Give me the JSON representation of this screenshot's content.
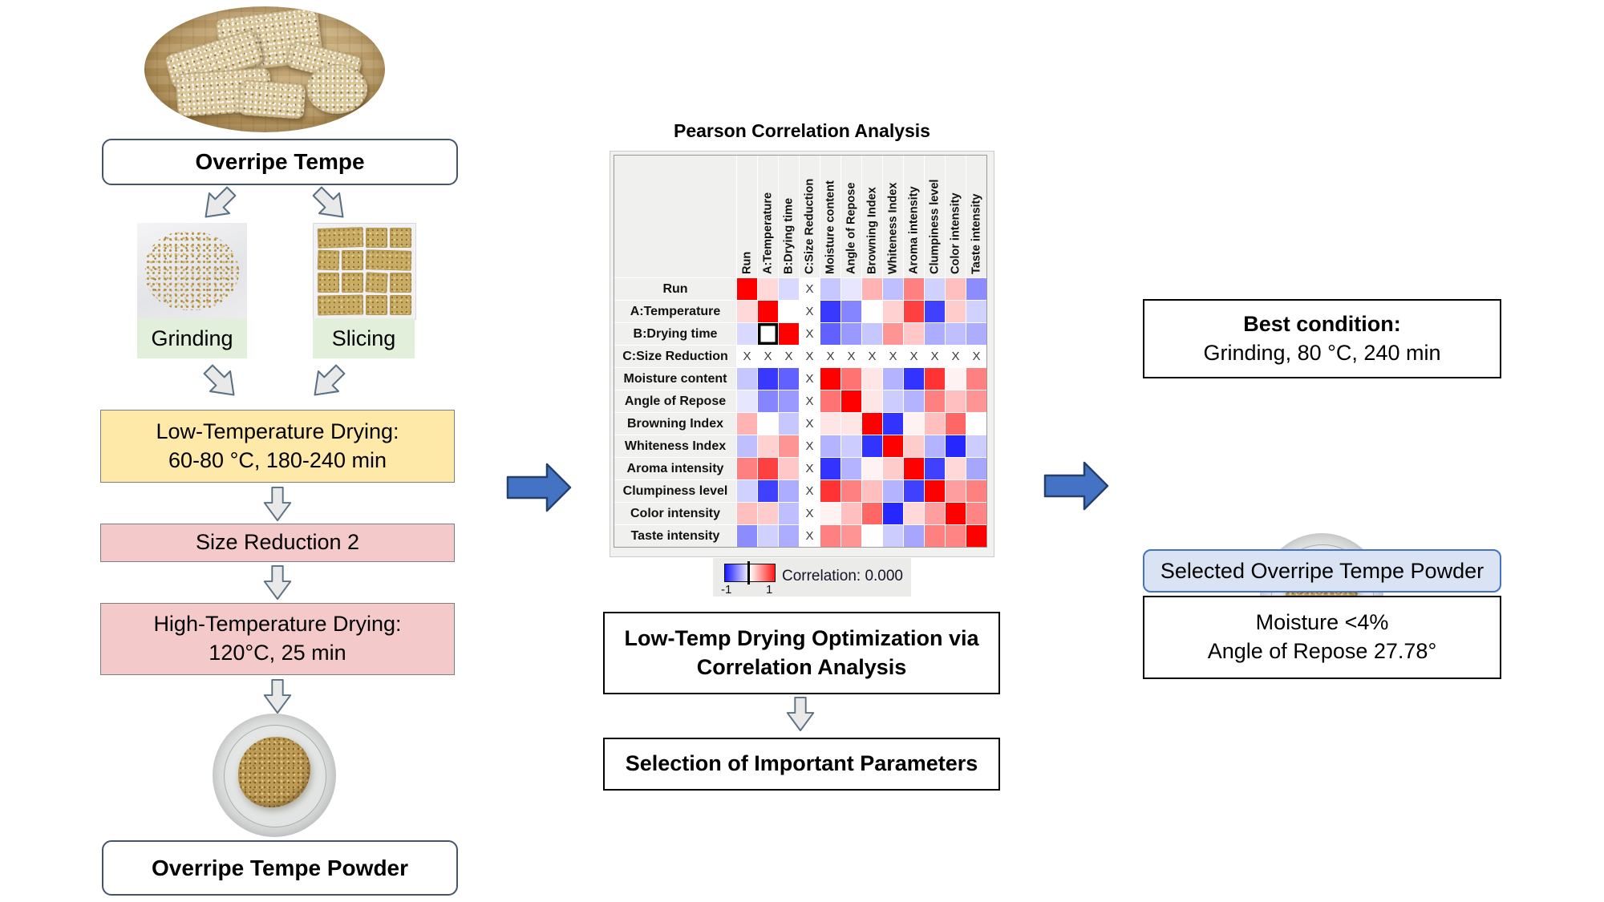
{
  "figure": {
    "title": "Pearson Correlation Analysis"
  },
  "left_flow": {
    "source_label": "Overripe Tempe",
    "grinding_label": "Grinding",
    "slicing_label": "Slicing",
    "low_temp_line1": "Low-Temperature Drying:",
    "low_temp_line2": "60-80 °C, 180-240 min",
    "size_reduction_label": "Size Reduction 2",
    "high_temp_line1": "High-Temperature Drying:",
    "high_temp_line2": "120°C, 25 min",
    "powder_label": "Overripe Tempe Powder"
  },
  "middle_flow": {
    "optimization_line1": "Low-Temp Drying Optimization via",
    "optimization_line2": "Correlation Analysis",
    "selection_label": "Selection of Important Parameters"
  },
  "right_flow": {
    "best_condition_title": "Best condition:",
    "best_condition_value": "Grinding, 80 °C, 240 min",
    "selected_powder_label": "Selected Overripe Tempe Powder",
    "metrics_line1": "Moisture <4%",
    "metrics_line2": "Angle of Repose 27.78°"
  },
  "legend": {
    "min_label": "-1",
    "max_label": "1",
    "value_text": "Correlation: 0.000"
  },
  "x_marker": "X",
  "colors": {
    "positive_max": "#FF0000",
    "negative_max": "#1717FF",
    "accent_blue": "#4472C4",
    "accent_blue_dark": "#24406B",
    "box_yellow": "#FFE9A9",
    "box_pink": "#F3C9C9",
    "box_green": "#E2EFDA",
    "box_lightblue": "#DAE3F3",
    "slate_border": "#44546A"
  },
  "chart_data": {
    "type": "heatmap",
    "title": "Pearson Correlation Analysis",
    "categories": [
      "Run",
      "A:Temperature",
      "B:Drying time",
      "C:Size Reduction",
      "Moisture content",
      "Angle of Repose",
      "Browning Index",
      "Whiteness Index",
      "Aroma intensity",
      "Clumpiness level",
      "Color intensity",
      "Taste intensity"
    ],
    "matrix": [
      [
        1.0,
        0.15,
        -0.15,
        "x",
        -0.22,
        -0.1,
        0.3,
        -0.25,
        0.5,
        -0.18,
        0.25,
        -0.45
      ],
      [
        0.15,
        1.0,
        0.0,
        "x",
        -0.78,
        -0.48,
        0.0,
        0.18,
        0.75,
        -0.75,
        0.2,
        -0.18
      ],
      [
        -0.15,
        0.0,
        1.0,
        "x",
        -0.62,
        -0.4,
        -0.22,
        0.42,
        0.22,
        -0.32,
        -0.25,
        -0.32
      ],
      [
        "x",
        "x",
        "x",
        "x",
        "x",
        "x",
        "x",
        "x",
        "x",
        "x",
        "x",
        "x"
      ],
      [
        -0.22,
        -0.78,
        -0.62,
        "x",
        1.0,
        0.55,
        0.1,
        -0.3,
        -0.8,
        0.8,
        0.05,
        0.5
      ],
      [
        -0.1,
        -0.48,
        -0.4,
        "x",
        0.55,
        1.0,
        0.1,
        -0.2,
        -0.3,
        0.5,
        0.25,
        0.42
      ],
      [
        0.3,
        0.0,
        -0.22,
        "x",
        0.1,
        0.1,
        1.0,
        -0.8,
        0.05,
        0.25,
        0.6,
        0.0
      ],
      [
        -0.25,
        0.18,
        0.42,
        "x",
        -0.3,
        -0.2,
        -0.8,
        1.0,
        0.2,
        -0.3,
        -0.85,
        -0.2
      ],
      [
        0.5,
        0.75,
        0.22,
        "x",
        -0.8,
        -0.3,
        0.05,
        0.2,
        1.0,
        -0.75,
        0.15,
        -0.35
      ],
      [
        -0.18,
        -0.75,
        -0.32,
        "x",
        0.8,
        0.5,
        0.25,
        -0.3,
        -0.75,
        1.0,
        0.38,
        0.5
      ],
      [
        0.25,
        0.2,
        -0.25,
        "x",
        0.05,
        0.25,
        0.6,
        -0.85,
        0.15,
        0.38,
        1.0,
        0.48
      ],
      [
        -0.45,
        -0.18,
        -0.32,
        "x",
        0.5,
        0.42,
        0.0,
        -0.2,
        -0.35,
        0.5,
        0.48,
        1.0
      ]
    ],
    "excluded_factor": "C:Size Reduction",
    "selected_cell": {
      "row_index": 2,
      "col_index": 1,
      "row": "B:Drying time",
      "col": "A:Temperature",
      "value_text": "Correlation: 0.000"
    },
    "colorscale": {
      "min": -1,
      "max": 1,
      "min_color": "blue",
      "mid_color": "white",
      "max_color": "red"
    },
    "legend_position": "bottom"
  }
}
